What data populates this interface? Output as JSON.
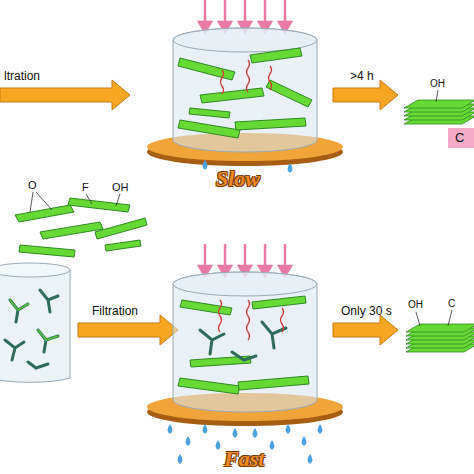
{
  "diagram": {
    "labels": [
      "ltration",
      "O",
      "F",
      "OH",
      "Slow",
      ">4 h",
      "OH",
      "C",
      "Filtration",
      "Fast",
      "Only 30 s",
      "OH",
      "C"
    ]
  }
}
